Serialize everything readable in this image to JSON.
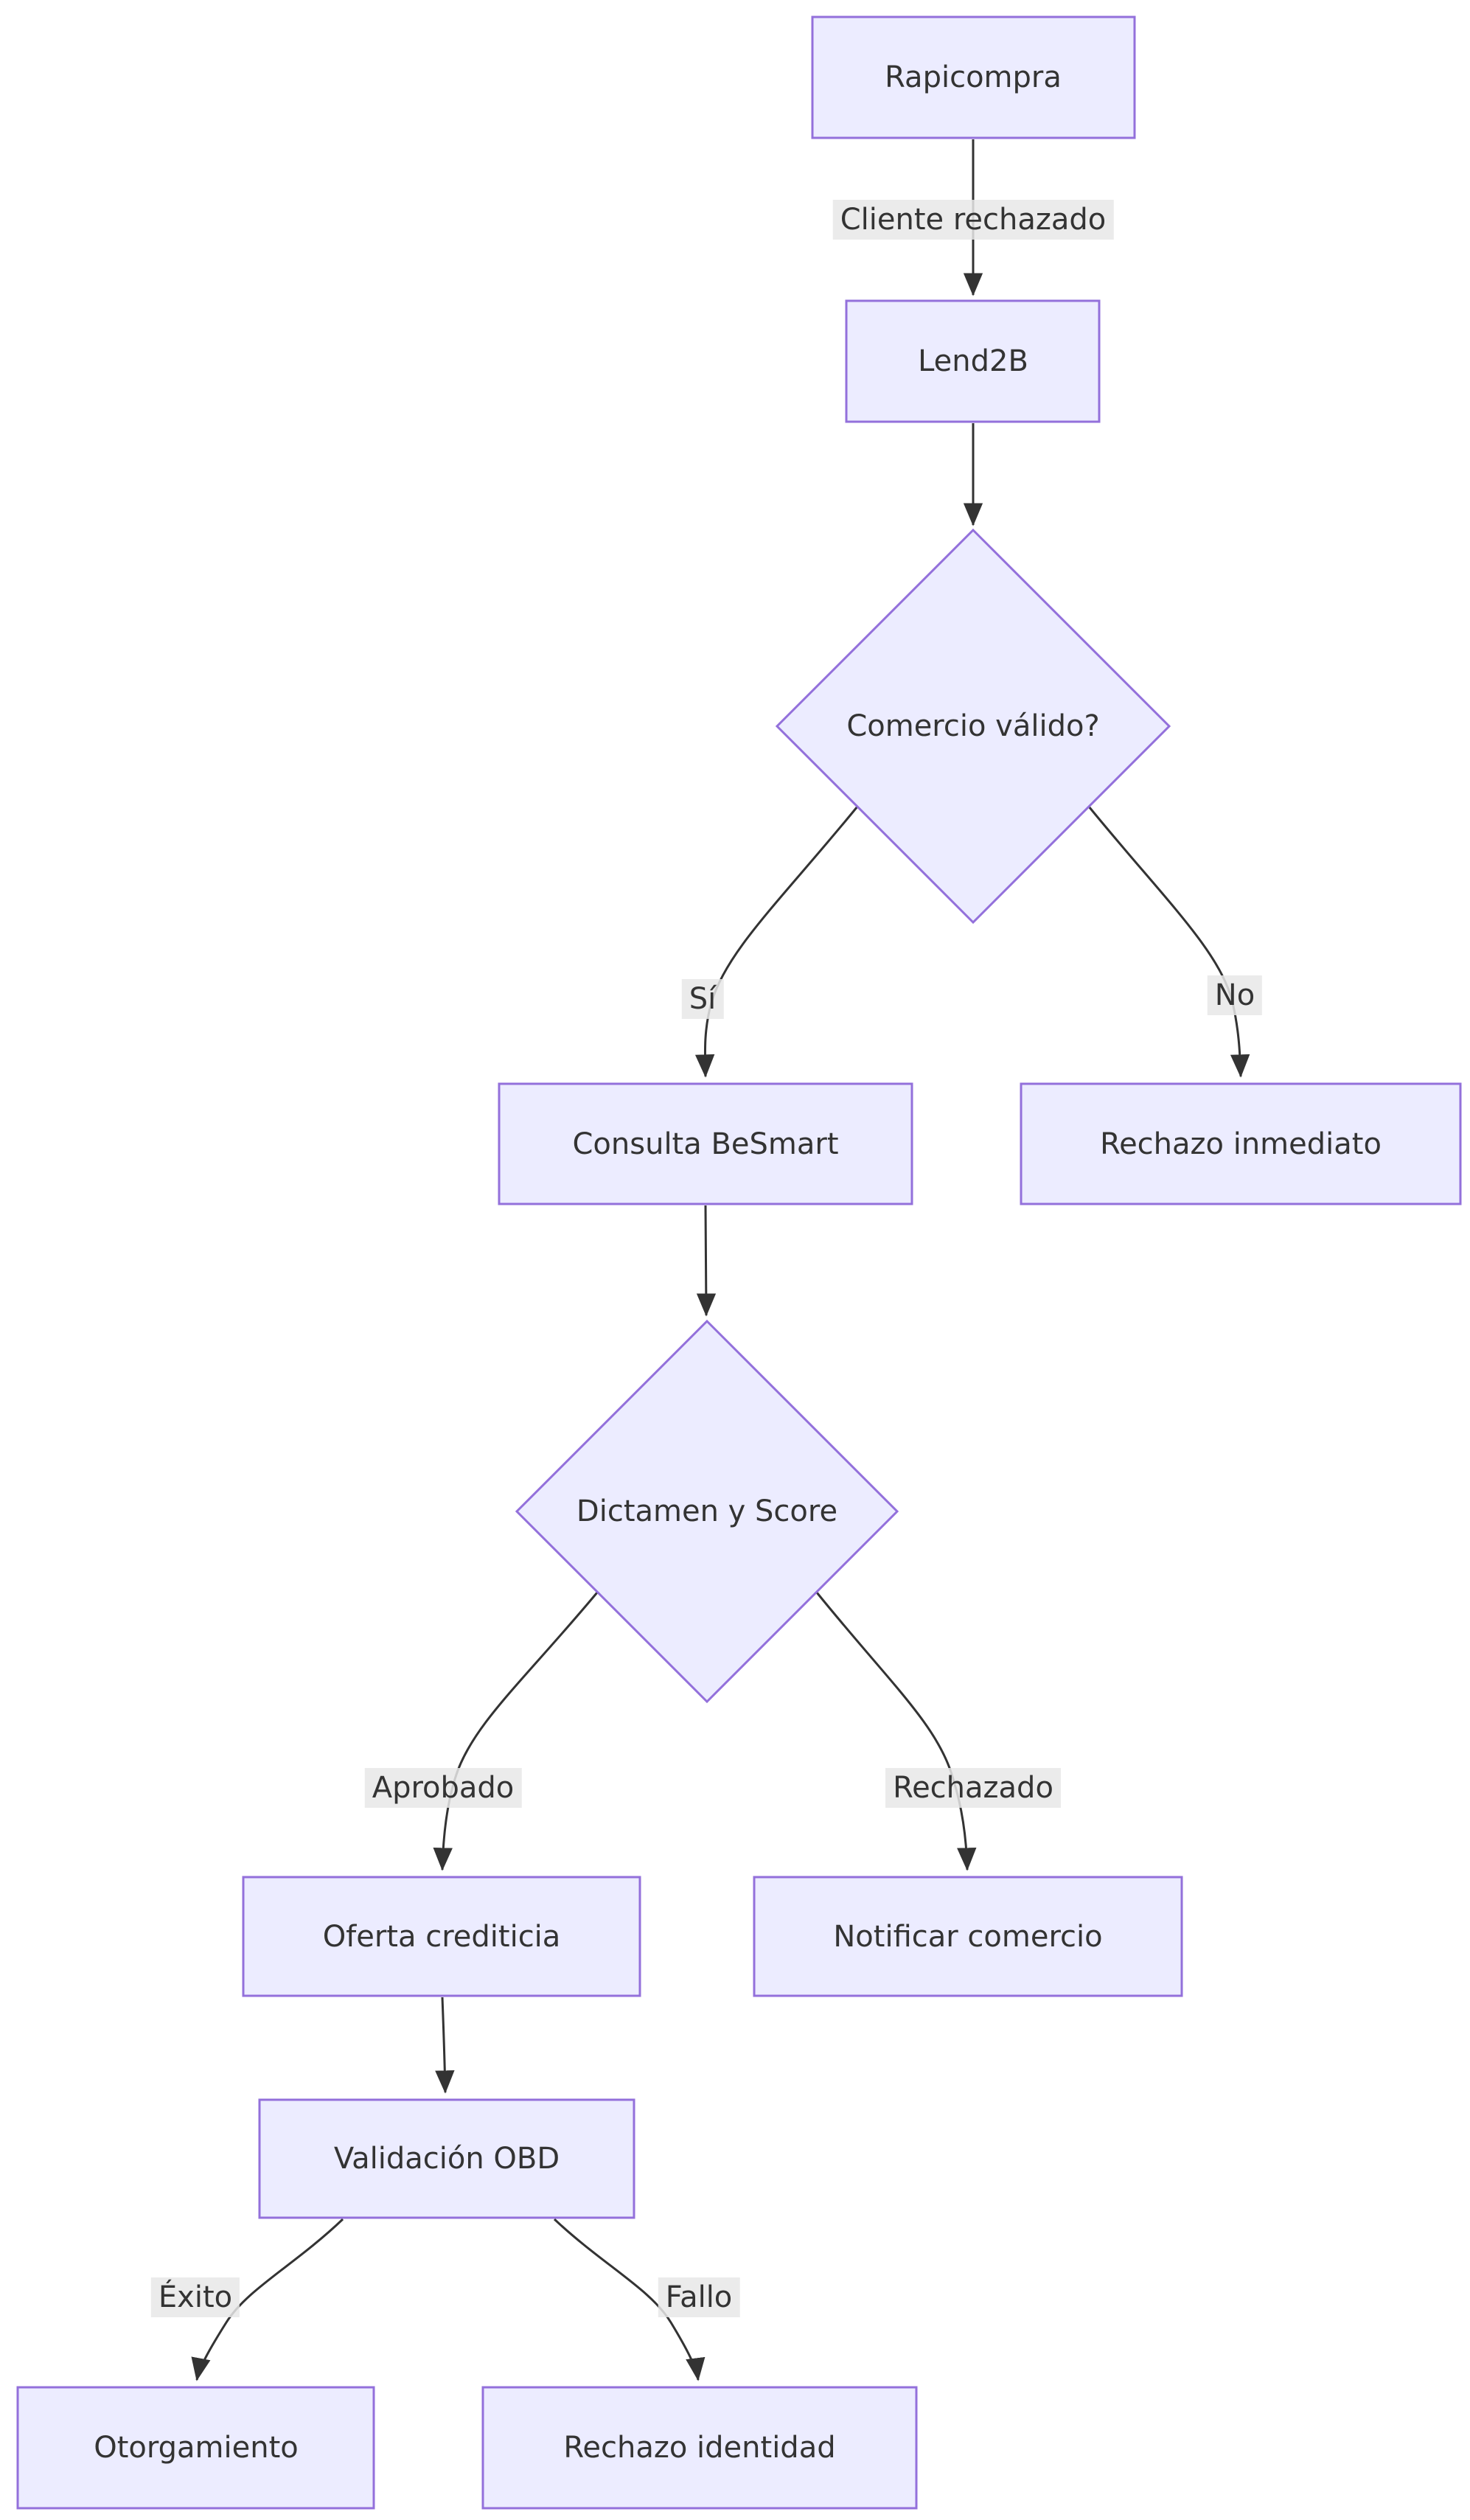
{
  "diagram": {
    "type": "flowchart-top-down",
    "colors": {
      "background": "#ffffff",
      "node_fill": "#ECECFF",
      "node_border": "#9370DB",
      "edge_line": "#333333",
      "text": "#333333",
      "edge_label_background": "#e8e8e8"
    },
    "nodes": {
      "rapicompra": {
        "label": "Rapicompra",
        "shape": "rect"
      },
      "lend2b": {
        "label": "Lend2B",
        "shape": "rect"
      },
      "comercio_valido": {
        "label": "Comercio válido?",
        "shape": "diamond"
      },
      "consulta_besmart": {
        "label": "Consulta BeSmart",
        "shape": "rect"
      },
      "rechazo_inmediato": {
        "label": "Rechazo inmediato",
        "shape": "rect"
      },
      "dictamen_y_score": {
        "label": "Dictamen y Score",
        "shape": "diamond"
      },
      "oferta_crediticia": {
        "label": "Oferta crediticia",
        "shape": "rect"
      },
      "notificar_comercio": {
        "label": "Notificar comercio",
        "shape": "rect"
      },
      "validacion_obd": {
        "label": "Validación OBD",
        "shape": "rect"
      },
      "otorgamiento": {
        "label": "Otorgamiento",
        "shape": "rect"
      },
      "rechazo_identidad": {
        "label": "Rechazo identidad",
        "shape": "rect"
      }
    },
    "edge_labels": {
      "cliente_rechazado": "Cliente rechazado",
      "si": "Sí",
      "no": "No",
      "aprobado": "Aprobado",
      "rechazado": "Rechazado",
      "exito": "Éxito",
      "fallo": "Fallo"
    },
    "edges": [
      {
        "from": "Rapicompra",
        "to": "Lend2B",
        "label": "Cliente rechazado"
      },
      {
        "from": "Lend2B",
        "to": "Comercio válido?",
        "label": ""
      },
      {
        "from": "Comercio válido?",
        "to": "Consulta BeSmart",
        "label": "Sí"
      },
      {
        "from": "Comercio válido?",
        "to": "Rechazo inmediato",
        "label": "No"
      },
      {
        "from": "Consulta BeSmart",
        "to": "Dictamen y Score",
        "label": ""
      },
      {
        "from": "Dictamen y Score",
        "to": "Oferta crediticia",
        "label": "Aprobado"
      },
      {
        "from": "Dictamen y Score",
        "to": "Notificar comercio",
        "label": "Rechazado"
      },
      {
        "from": "Oferta crediticia",
        "to": "Validación OBD",
        "label": ""
      },
      {
        "from": "Validación OBD",
        "to": "Otorgamiento",
        "label": "Éxito"
      },
      {
        "from": "Validación OBD",
        "to": "Rechazo identidad",
        "label": "Fallo"
      }
    ]
  }
}
